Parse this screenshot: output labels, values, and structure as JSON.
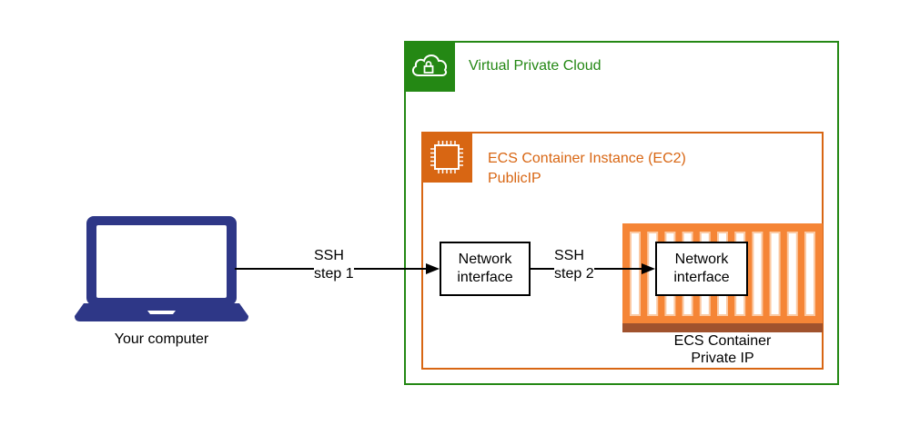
{
  "diagram": {
    "vpc": {
      "label": "Virtual Private Cloud",
      "icon": "cloud-lock-icon",
      "color": "#248814"
    },
    "ec2_instance": {
      "label_line1": "ECS Container Instance (EC2)",
      "label_line2": "PublicIP",
      "icon": "chip-icon",
      "color": "#d86613"
    },
    "ecs_container": {
      "label_line1": "ECS Container",
      "label_line2": "Private IP",
      "icon": "container-icon",
      "fill_color": "#f58536",
      "base_color": "#a0522d"
    },
    "computer": {
      "label": "Your computer",
      "icon": "laptop-icon",
      "color": "#2e3787"
    },
    "network_interface_1": {
      "line1": "Network",
      "line2": "interface"
    },
    "network_interface_2": {
      "line1": "Network",
      "line2": "interface"
    },
    "edges": [
      {
        "from": "computer",
        "to": "network_interface_1",
        "line1": "SSH",
        "line2": "step 1"
      },
      {
        "from": "network_interface_1",
        "to": "network_interface_2",
        "line1": "SSH",
        "line2": "step 2"
      }
    ]
  }
}
